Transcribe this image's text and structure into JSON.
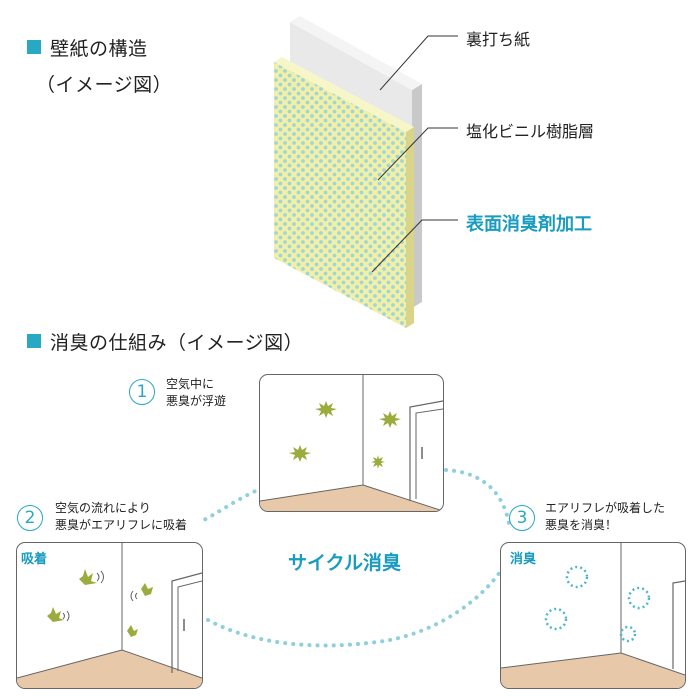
{
  "structure": {
    "heading_line1": "壁紙の構造",
    "heading_line2": "（イメージ図）",
    "layers": [
      {
        "label": "裏打ち紙"
      },
      {
        "label": "塩化ビニル樹脂層"
      },
      {
        "label": "表面消臭剤加工"
      }
    ]
  },
  "mechanism": {
    "heading": "消臭の仕組み（イメージ図）",
    "center_label": "サイクル消臭",
    "steps": [
      {
        "number": "1",
        "line1": "空気中に",
        "line2": "悪臭が浮遊"
      },
      {
        "number": "2",
        "line1": "空気の流れにより",
        "line2": "悪臭がエアリフレに吸着",
        "tag": "吸着"
      },
      {
        "number": "3",
        "line1": "エアリフレが吸着した",
        "line2": "悪臭を消臭！",
        "tag": "消臭"
      }
    ]
  },
  "colors": {
    "accent": "#29a8c4",
    "highlight_text": "#1a9bc0",
    "resin_layer": "#f2f0a8",
    "dots": "#9fd6d6",
    "paper_layer": "#e8e8e8",
    "floor": "#e7c9a9",
    "odor": "#9cab3d",
    "cycle_dots": "#8fd0dc"
  }
}
